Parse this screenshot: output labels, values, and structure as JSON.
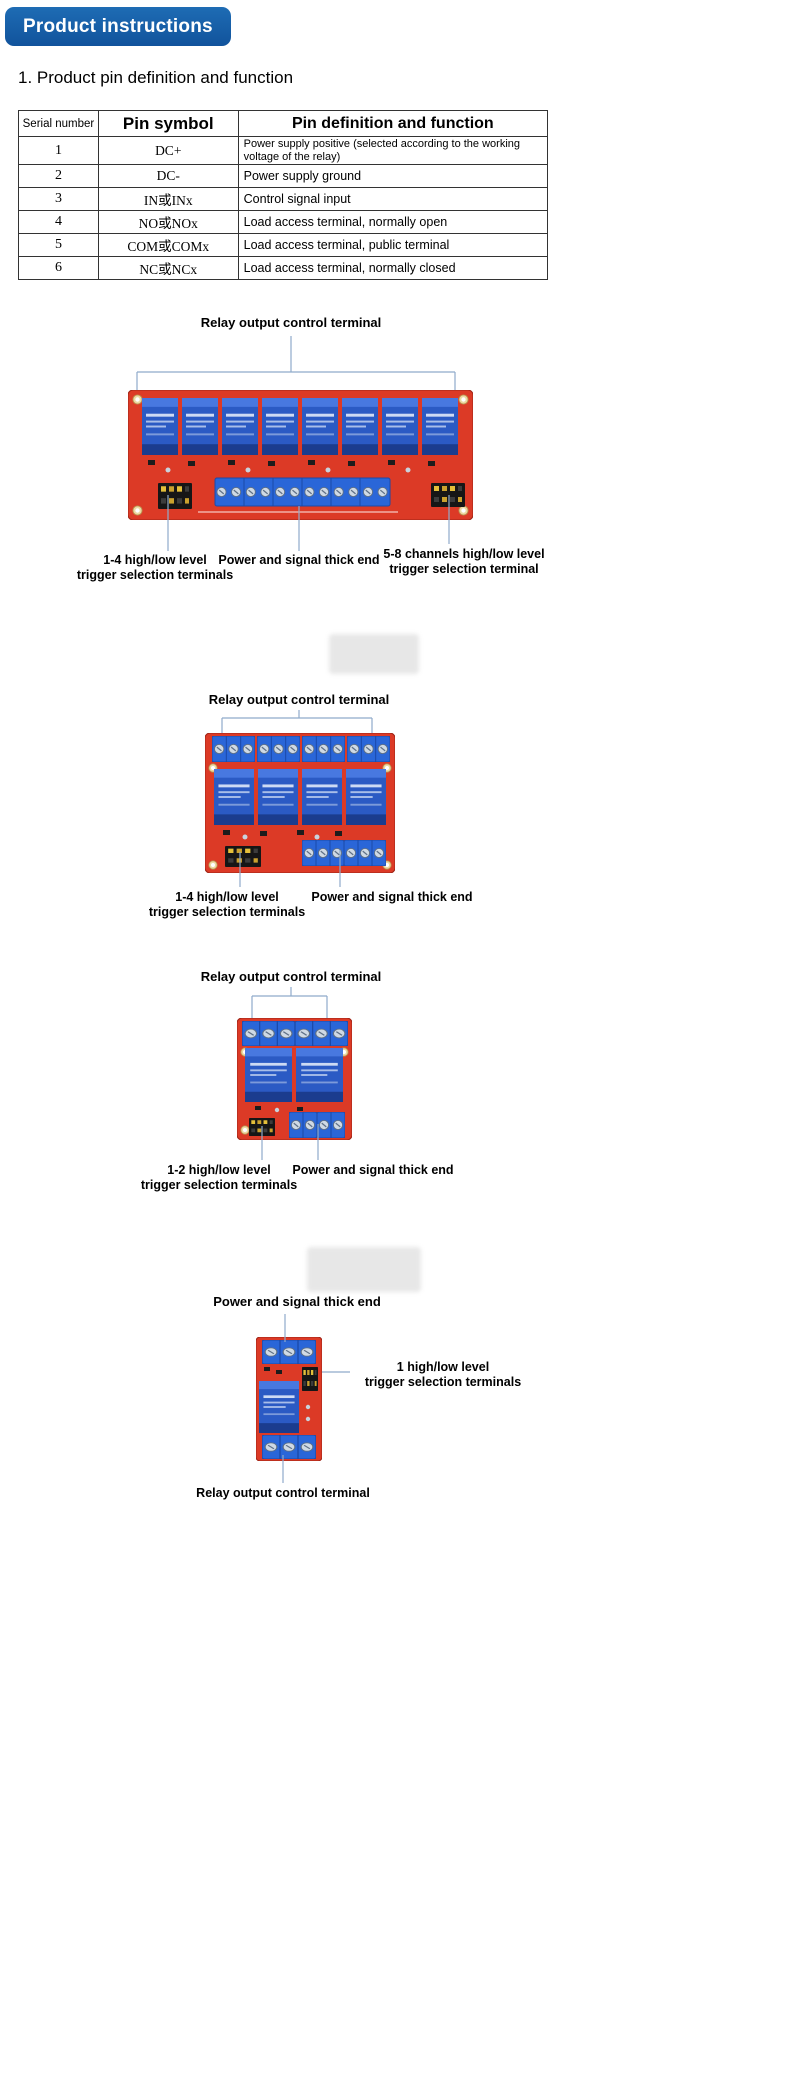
{
  "header": {
    "badge": "Product instructions"
  },
  "section": {
    "heading": "1.  Product pin definition and function"
  },
  "table": {
    "headers": [
      "Serial number",
      "Pin symbol",
      "Pin definition and function"
    ],
    "rows": [
      {
        "num": "1",
        "symbol": "DC+",
        "definition": "Power supply positive  (selected according to the working voltage of the relay)"
      },
      {
        "num": "2",
        "symbol": "DC-",
        "definition": "Power supply ground"
      },
      {
        "num": "3",
        "symbol": "IN或INx",
        "definition": "Control signal input"
      },
      {
        "num": "4",
        "symbol": "NO或NOx",
        "definition": "Load access terminal, normally open"
      },
      {
        "num": "5",
        "symbol": "COM或COMx",
        "definition": "Load access terminal, public terminal"
      },
      {
        "num": "6",
        "symbol": "NC或NCx",
        "definition": "Load access terminal, normally closed"
      }
    ]
  },
  "figures": {
    "relay8": {
      "top_label": "Relay output control terminal",
      "label_left_1": "1-4 high/low level",
      "label_left_2": "trigger  selection terminals",
      "label_mid": "Power and signal thick end",
      "label_right_1": "5-8 channels high/low level",
      "label_right_2": "trigger selection terminal"
    },
    "relay4": {
      "top_label": "Relay output control terminal",
      "label_left_1": "1-4 high/low level",
      "label_left_2": "trigger  selection terminals",
      "label_right": "Power and signal thick end"
    },
    "relay2": {
      "top_label": "Relay output control terminal",
      "label_left_1": "1-2 high/low level",
      "label_left_2": "trigger  selection terminals",
      "label_right": "Power and signal thick end"
    },
    "relay1": {
      "top_label": "Power and signal thick end",
      "label_right_1": "1 high/low level",
      "label_right_2": "trigger  selection terminals",
      "bottom_label": "Relay output control terminal"
    }
  },
  "colors": {
    "badge_blue": "#11539c",
    "board_red": "#dc3a26",
    "relay_blue": "#2b5ac4",
    "terminal_blue": "#2a66d8",
    "annotation_line": "#8fabca"
  }
}
